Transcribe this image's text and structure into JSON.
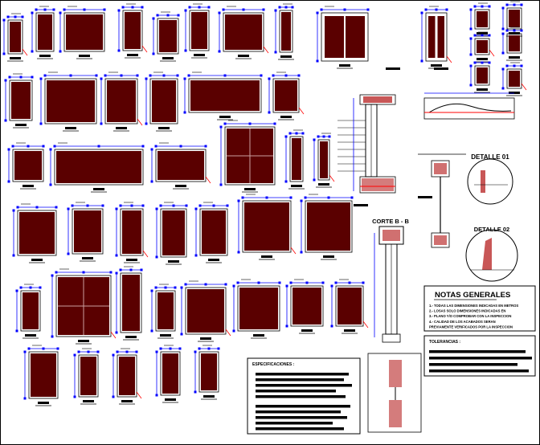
{
  "notes": {
    "title": "NOTAS GENERALES",
    "lines": [
      "1.- TODAS LAS DIMENSIONES INDICADAS EN METROS",
      "2.- LOSAS SOLO DIMENSIONES INDICADAS EN",
      "3.- PLANO Y/O COMPROBAR CON LA INSPECCION",
      "4.- CALIDAD DE LOS ACABADOS SERAN",
      "PREVIAMENTE VERIFICADOS POR LA INSPECCION"
    ],
    "tolerancias": "TOLERANCIAS :",
    "especificaciones": "ESPECIFICACIONES :"
  },
  "details": {
    "detalle1": "DETALLE 01",
    "detalle2": "DETALLE 02",
    "corte": "CORTE B - B"
  },
  "colors": {
    "fill": "#5a0000",
    "dimension": "#0000ff",
    "outline": "#000000",
    "accent": "#ff0000",
    "hatch": "#b01010"
  }
}
